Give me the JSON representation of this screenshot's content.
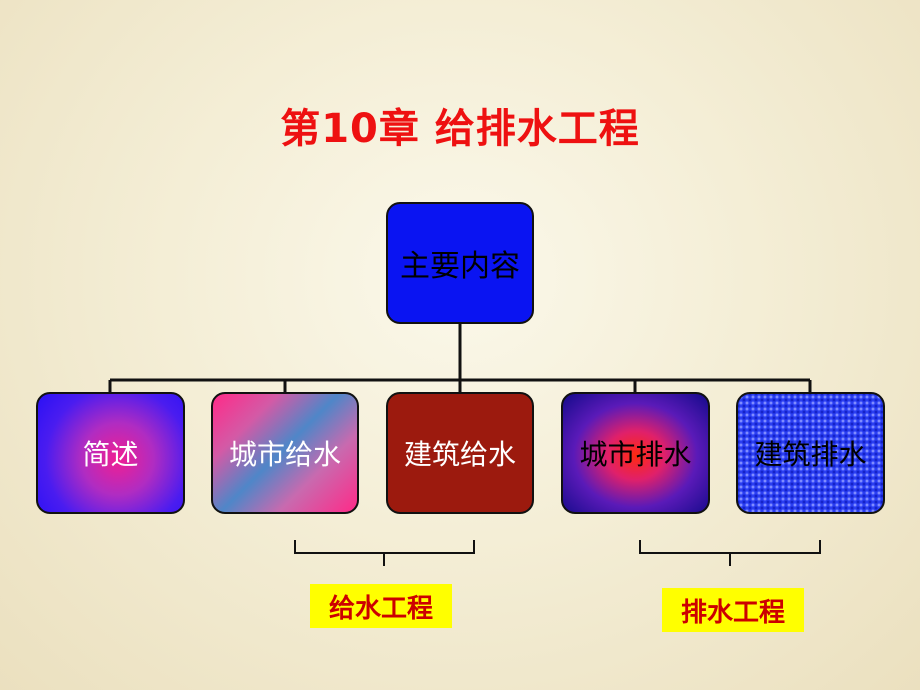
{
  "title": "第10章  给排水工程",
  "root": {
    "label": "主要内容",
    "color": "#0a14f2"
  },
  "children": [
    {
      "label": "简述",
      "color": "#4a1cf0"
    },
    {
      "label": "城市给水",
      "color": "#d35aa6"
    },
    {
      "label": "建筑给水",
      "color": "#9c1a0e"
    },
    {
      "label": "城市排水",
      "color": "#5a1ab8"
    },
    {
      "label": "建筑排水",
      "color": "#2a3ef2"
    }
  ],
  "groups": [
    {
      "label": "给水工程",
      "members": [
        "城市给水",
        "建筑给水"
      ]
    },
    {
      "label": "排水工程",
      "members": [
        "城市排水",
        "建筑排水"
      ]
    }
  ],
  "colors": {
    "title": "#ee1111",
    "group_label_bg": "#ffff00",
    "group_label_text": "#cc0000"
  }
}
